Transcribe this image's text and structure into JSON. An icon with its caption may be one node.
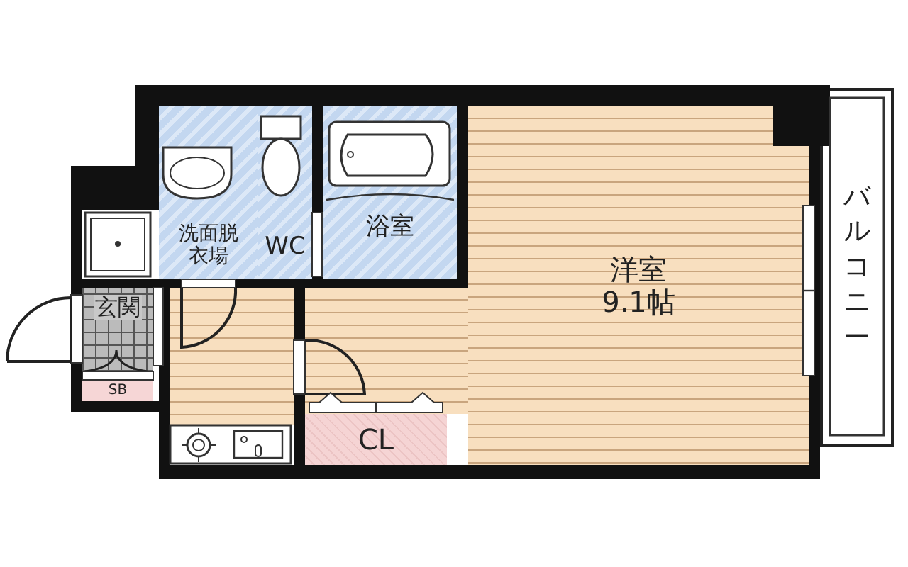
{
  "diagram": {
    "nodes": [
      {
        "text": [
          "洗面脱衣場"
        ]
      },
      {
        "text": [
          "WC"
        ]
      },
      {
        "text": [
          "浴室"
        ]
      },
      {
        "text": [
          "洋室",
          "9.1帖"
        ]
      },
      {
        "text": [
          "玄関"
        ]
      },
      {
        "text": [
          "SB"
        ]
      },
      {
        "text": [
          "CL"
        ]
      },
      {
        "text": [
          "バルコニー"
        ]
      }
    ]
  }
}
